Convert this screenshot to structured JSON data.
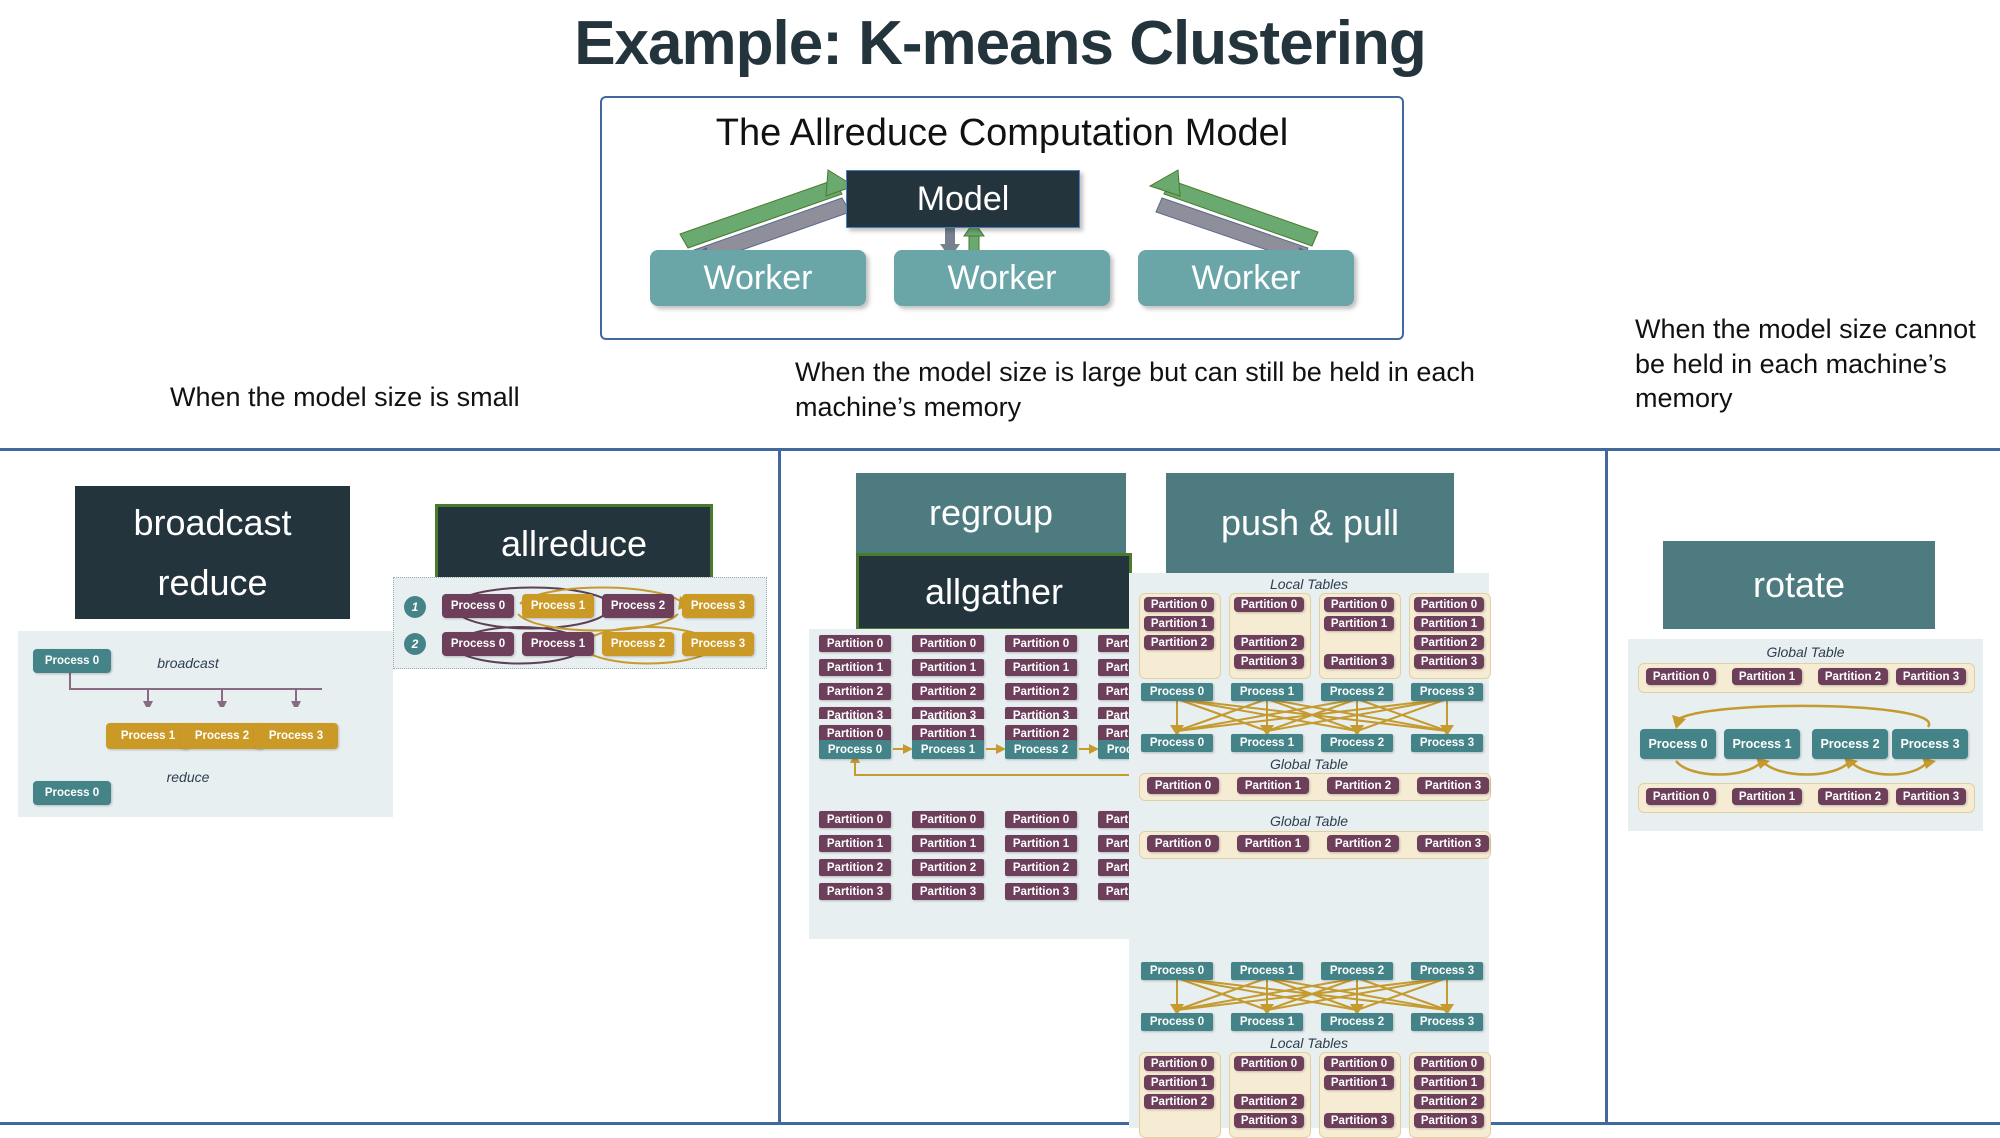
{
  "slide": {
    "title": "Example: K-means Clustering"
  },
  "allreduce_card": {
    "title": "The Allreduce Computation Model",
    "model_label": "Model",
    "workers": [
      "Worker",
      "Worker",
      "Worker"
    ]
  },
  "captions": {
    "left": "When the model size is small",
    "middle": "When the model size is large but can still be held in each machine’s memory",
    "right": "When the model size cannot be held in each machine’s memory"
  },
  "ops": {
    "broadcast": "broadcast",
    "reduce": "reduce",
    "allreduce": "allreduce",
    "regroup": "regroup",
    "allgather": "allgather",
    "push_pull": "push & pull",
    "rotate": "rotate"
  },
  "labels": {
    "broadcast_italic": "broadcast",
    "reduce_italic": "reduce",
    "local_tables": "Local Tables",
    "global_table": "Global Table"
  },
  "processes": [
    "Process 0",
    "Process 1",
    "Process 2",
    "Process 3"
  ],
  "partitions": [
    "Partition 0",
    "Partition 1",
    "Partition 2",
    "Partition 3"
  ],
  "allreduce_steps": {
    "step1_num": "1",
    "step2_num": "2",
    "step1": [
      "Process 0",
      "Process 1",
      "Process 2",
      "Process 3"
    ],
    "step2": [
      "Process 0",
      "Process 1",
      "Process 2",
      "Process 3"
    ]
  },
  "local_tables_pattern": [
    [
      "Partition 0",
      "Partition 1",
      "Partition 2",
      ""
    ],
    [
      "Partition 0",
      "",
      "Partition 2",
      "Partition 3"
    ],
    [
      "Partition 0",
      "Partition 1",
      "",
      "Partition 3"
    ],
    [
      "Partition 0",
      "Partition 1",
      "Partition 2",
      "Partition 3"
    ]
  ],
  "colors": {
    "panel_border": "#41699e",
    "dark_box": "#24343d",
    "teal_box": "#4d7b80",
    "chip_teal": "#448388",
    "chip_gold": "#cb9a26",
    "chip_purple": "#6d3f5b",
    "diagram_bg": "#e8eff0",
    "table_bg": "#f6ebd3",
    "arrow_gold": "#c59a2f",
    "arrow_purple": "#7d5572",
    "worker": "#6aa5a8",
    "green_accent": "#4a7a2b"
  }
}
